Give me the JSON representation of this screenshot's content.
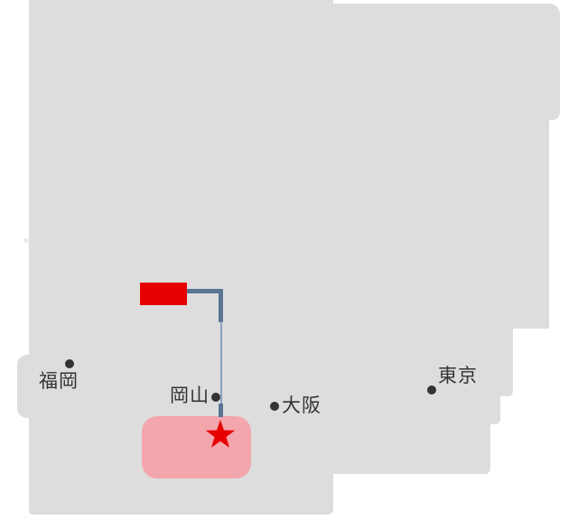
{
  "colors": {
    "bg": "#ffffff",
    "land": "#dddddd",
    "land-light": "#ececec",
    "ink": "#333333",
    "red": "#e60000",
    "pink": "#f4a6ad",
    "line-dark": "#5a7493",
    "line-light": "#8aa0b9"
  },
  "cities": [
    {
      "label": "福岡"
    },
    {
      "label": "岡山"
    },
    {
      "label": "大阪"
    },
    {
      "label": "東京"
    }
  ]
}
